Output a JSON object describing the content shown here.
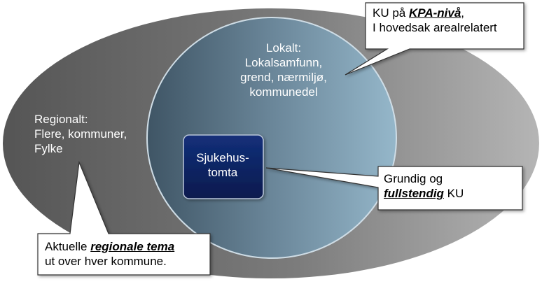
{
  "diagram": {
    "regional": {
      "line1": "Regionalt:",
      "line2": "Flere, kommuner,",
      "line3": "Fylke"
    },
    "local": {
      "line1": "Lokalt:",
      "line2": "Lokalsamfunn,",
      "line3": "grend, nærmiljø,",
      "line4": "kommunedel"
    },
    "center": {
      "line1": "Sjukehus-",
      "line2": "tomta"
    },
    "callouts": {
      "kpa": {
        "pre": "KU på ",
        "emph": "KPA-nivå",
        "post": ",",
        "line2": "I hovedsak arealrelatert"
      },
      "grundig": {
        "line1": "Grundig og",
        "emph": "fullstendig",
        "post": " KU"
      },
      "regionale": {
        "pre": "Aktuelle ",
        "emph": "regionale tema",
        "line2": "ut over hver kommune."
      }
    },
    "colors": {
      "outer_left": "#555555",
      "outer_right": "#b5b5b5",
      "inner_left": "#3f5565",
      "inner_right": "#8fb2c5",
      "center_box": "#0b1f5a"
    }
  }
}
